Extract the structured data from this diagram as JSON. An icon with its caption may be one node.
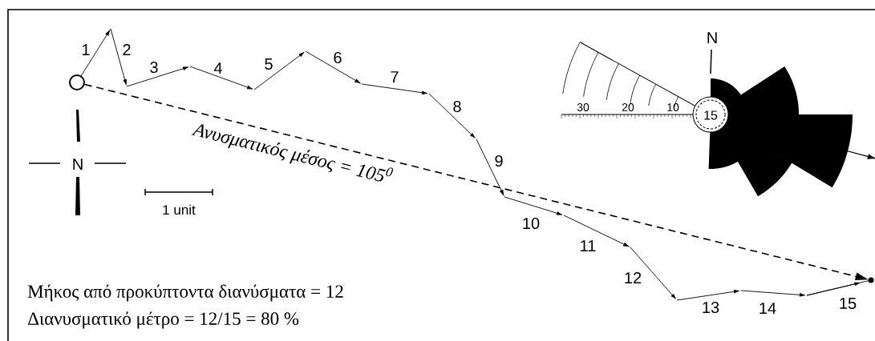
{
  "diagram": {
    "nodes": [
      {
        "text": [],
        "shape": "circle"
      },
      {
        "text": [],
        "shape": "circle"
      }
    ],
    "edges": [
      {
        "from": 0,
        "to": 1,
        "arrow": "to",
        "style": "dashed",
        "label": "Ανυσματικός μέσος = 105$^{0}$"
      }
    ],
    "labels": [
      "1",
      "2",
      "3",
      "4",
      "5",
      "6",
      "7",
      "N",
      "30",
      "20",
      "10",
      "15",
      "8",
      "N",
      "9",
      "1 unit",
      "10",
      "11",
      "12",
      "Μήκος από προκύπτοντα διανύσματα = 12",
      "13",
      "14",
      "15",
      "Διανυσματικό μέτρο = 12/15 = 80 %"
    ]
  }
}
